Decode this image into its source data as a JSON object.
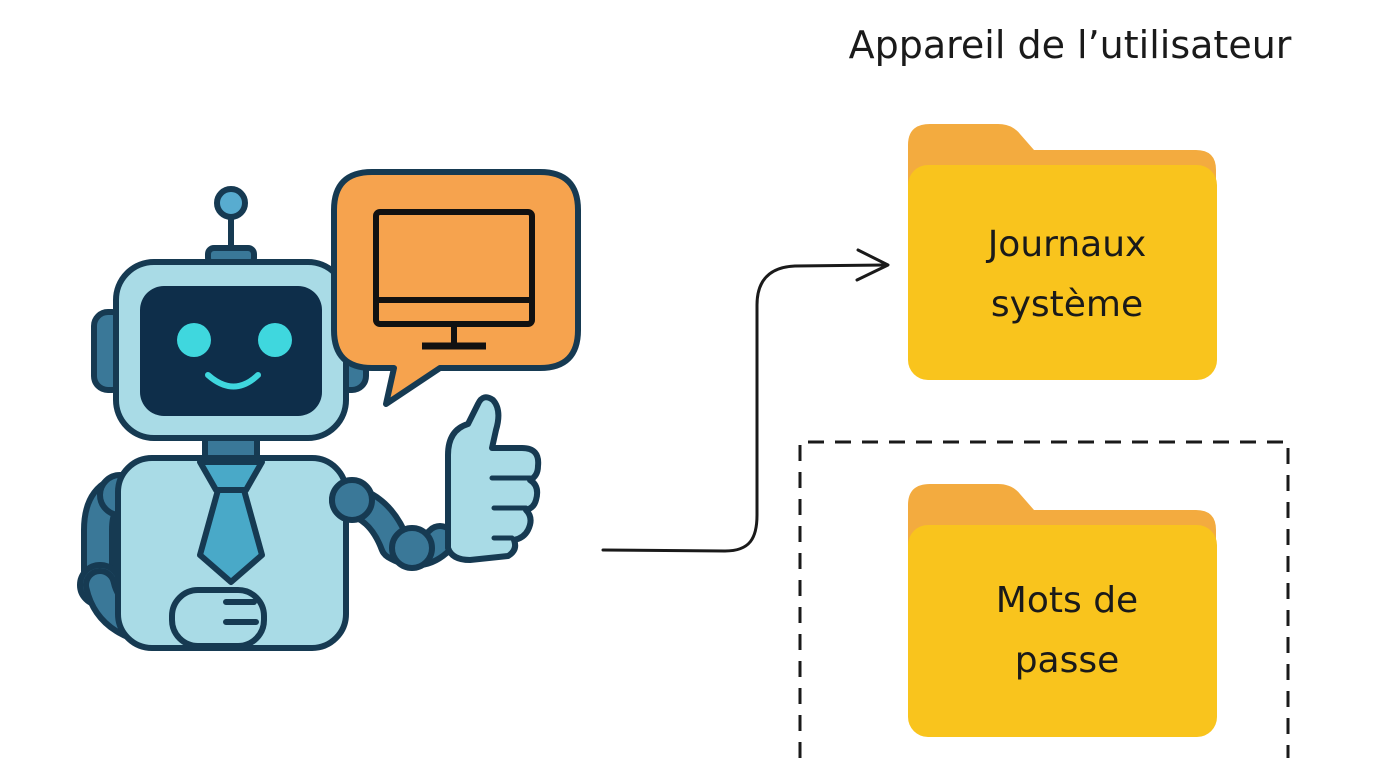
{
  "device": {
    "title": "Appareil de l’utilisateur"
  },
  "folders": [
    {
      "line1": "Journaux",
      "line2": "système",
      "access": "granted"
    },
    {
      "line1": "Mots de",
      "line2": "passe",
      "access": "restricted"
    }
  ],
  "agent": {
    "icon": "robot-icon",
    "bubble_icon": "monitor-icon",
    "gesture": "thumbs-up"
  },
  "colors": {
    "folder_front": "#f9c41d",
    "folder_back": "#f3ab3f",
    "bubble": "#f6a34e",
    "robot_body": "#a9dbe6",
    "robot_dark": "#163a52",
    "robot_face": "#0e2e4a",
    "robot_eyes": "#3fd7de",
    "robot_joint": "#3a7898",
    "tie": "#49a9c8",
    "outline": "#1a1a1a"
  }
}
